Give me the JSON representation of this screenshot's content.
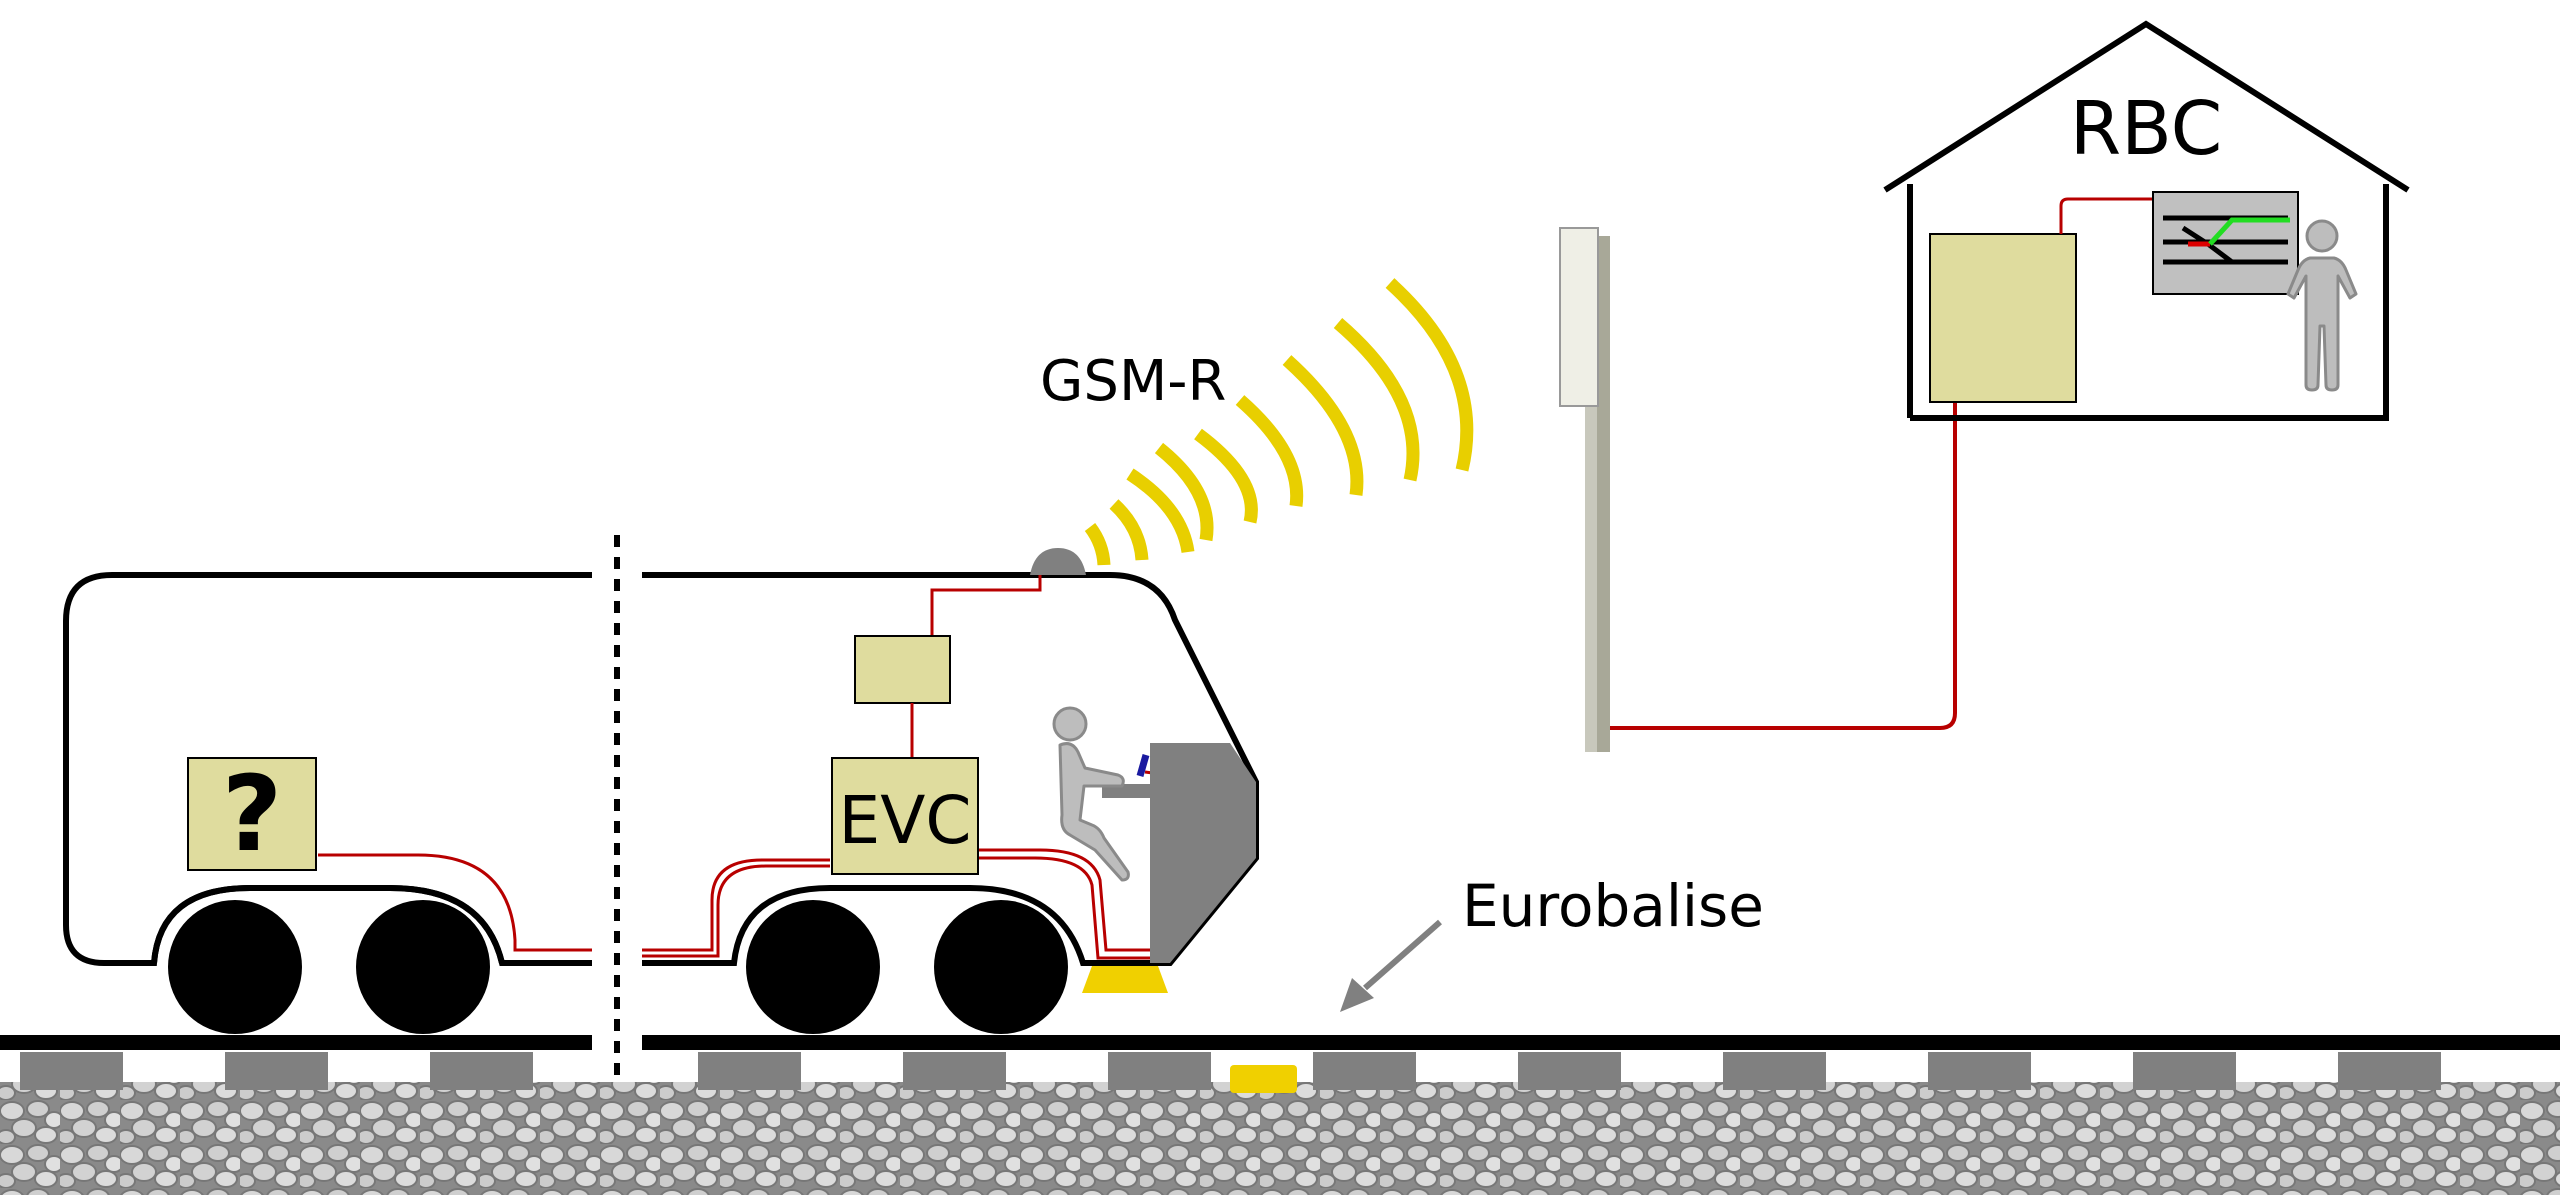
{
  "labels": {
    "rbc": "RBC",
    "gsm_r": "GSM-R",
    "eurobalise": "Eurobalise",
    "evc": "EVC",
    "unknown_unit": "?"
  },
  "colors": {
    "box_fill": "#dfdc9e",
    "radio_wave": "#e8cf00",
    "cable": "#b80000",
    "grey_figure": "#bdbdbd",
    "dark_grey": "#808080",
    "balise": "#f0d000",
    "signal_green": "#22dd22",
    "signal_red": "#dd0000"
  },
  "icons": {
    "driver": "seated-person-icon",
    "dispatcher": "standing-person-icon",
    "antenna": "radio-antenna-icon",
    "mast": "gsm-mast-icon",
    "balise": "balise-icon"
  }
}
